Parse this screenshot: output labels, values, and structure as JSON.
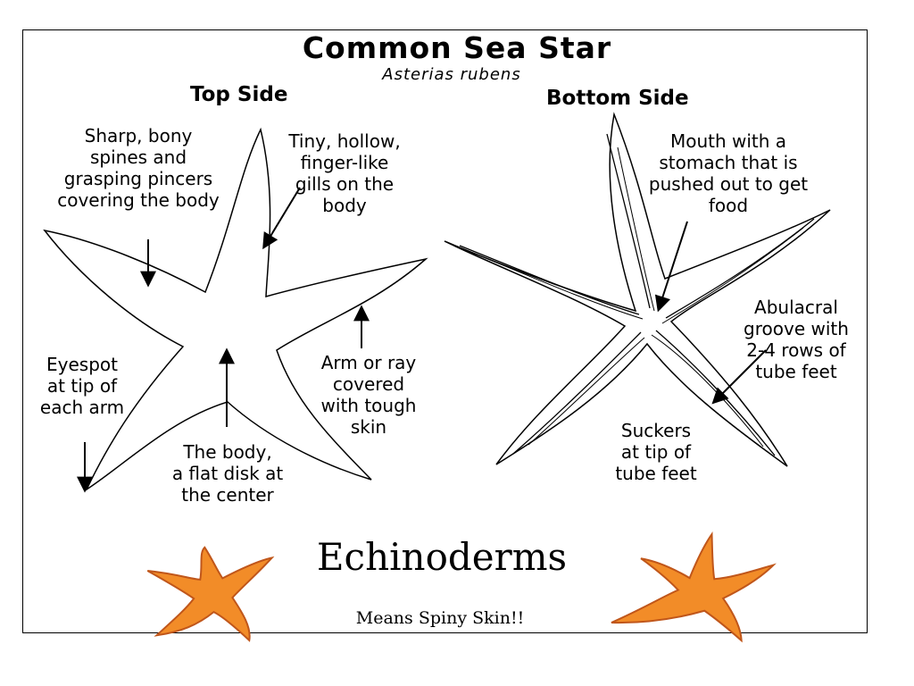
{
  "title": "Common Sea Star",
  "scientific_name": "Asterias rubens",
  "top_side": {
    "heading": "Top Side",
    "labels": {
      "spines": [
        "Sharp, bony",
        "spines and",
        "grasping pincers",
        "covering the body"
      ],
      "gills": [
        "Tiny, hollow,",
        "finger-like",
        "gills on the",
        "body"
      ],
      "arm": [
        "Arm or ray",
        "covered",
        "with tough",
        "skin"
      ],
      "eyespot": [
        "Eyespot",
        "at tip of",
        "each arm"
      ],
      "body": [
        "The body,",
        "a flat disk at",
        "the center"
      ]
    }
  },
  "bottom_side": {
    "heading": "Bottom Side",
    "labels": {
      "mouth": [
        "Mouth with a",
        "stomach that is",
        "pushed out to get",
        "food"
      ],
      "groove": [
        "Abulacral",
        "groove with",
        "2-4 rows of",
        "tube feet"
      ],
      "suckers": [
        "Suckers",
        "at tip of",
        "tube feet"
      ]
    }
  },
  "headline": "Echinoderms",
  "tagline": "Means Spiny Skin!!",
  "colors": {
    "starfish_fill": "#f28c28",
    "starfish_edge": "#c0561a",
    "outline": "#000000"
  }
}
